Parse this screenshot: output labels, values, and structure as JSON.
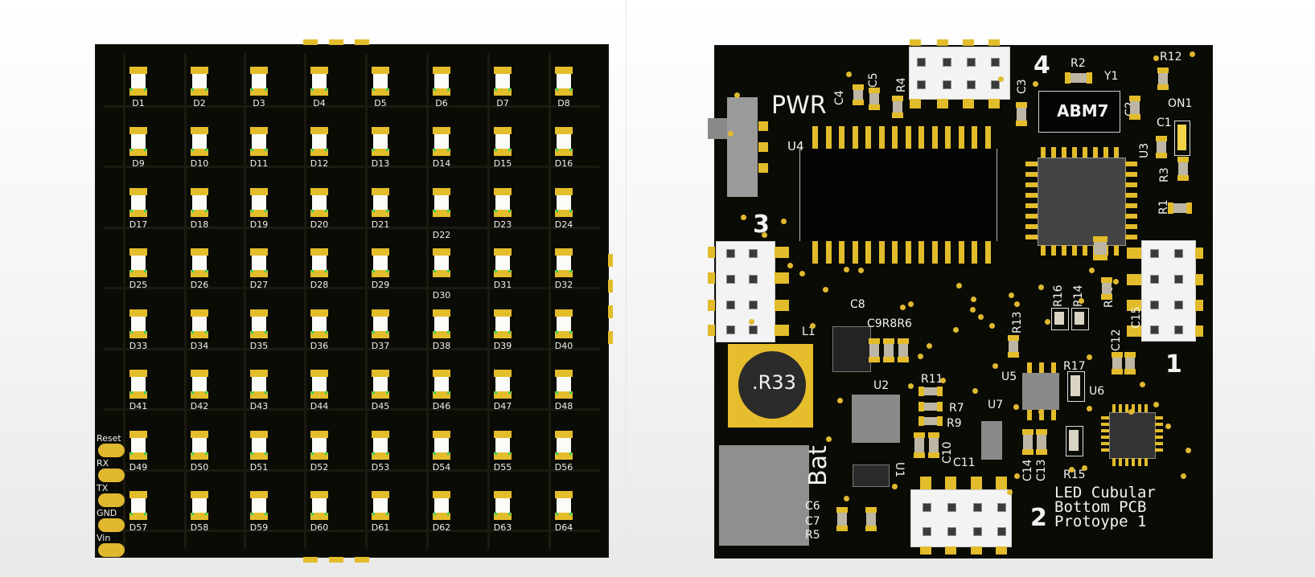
{
  "left_board": {
    "leds": [
      "D1",
      "D2",
      "D3",
      "D4",
      "D5",
      "D6",
      "D7",
      "D8",
      "D9",
      "D10",
      "D11",
      "D12",
      "D13",
      "D14",
      "D15",
      "D16",
      "D17",
      "D18",
      "D19",
      "D20",
      "D21",
      "D22",
      "D23",
      "D24",
      "D25",
      "D26",
      "D27",
      "D28",
      "D29",
      "D30",
      "D31",
      "D32",
      "D33",
      "D34",
      "D35",
      "D36",
      "D37",
      "D38",
      "D39",
      "D40",
      "D41",
      "D42",
      "D43",
      "D44",
      "D45",
      "D46",
      "D47",
      "D48",
      "D49",
      "D50",
      "D51",
      "D52",
      "D53",
      "D54",
      "D55",
      "D56",
      "D57",
      "D58",
      "D59",
      "D60",
      "D61",
      "D62",
      "D63",
      "D64"
    ],
    "header_pins": [
      "Reset",
      "RX",
      "TX",
      "GND",
      "Vin"
    ]
  },
  "right_board": {
    "connectors": [
      "1",
      "2",
      "3",
      "4"
    ],
    "labels": {
      "pwr": "PWR",
      "bat": "Bat",
      "inductor_marking": ".R33",
      "crystal_marking": "ABM7",
      "title_line1": "LED Cubular",
      "title_line2": "Bottom PCB",
      "title_line3": "Protoype 1"
    },
    "designators": {
      "c4": "C4",
      "c5": "C5",
      "r4": "R4",
      "c3": "C3",
      "r2": "R2",
      "y1": "Y1",
      "r12": "R12",
      "c2": "C2",
      "on1": "ON1",
      "c1": "C1",
      "u3": "U3",
      "r3": "R3",
      "r1": "R1",
      "u4": "U4",
      "r16": "R16",
      "r14": "R14",
      "r10": "R10",
      "c15": "C15",
      "r13": "R13",
      "c8": "C8",
      "c9r8r6": "C9R8R6",
      "l1": "L1",
      "c12": "C12",
      "r17": "R17",
      "u5": "U5",
      "r11": "R11",
      "u2": "U2",
      "u6": "U6",
      "r7": "R7",
      "u7": "U7",
      "r9": "R9",
      "c10": "C10",
      "c11": "C11",
      "c14": "C14",
      "c13": "C13",
      "r15": "R15",
      "u1": "U1",
      "c6": "C6",
      "c7": "C7",
      "r5": "R5"
    }
  }
}
